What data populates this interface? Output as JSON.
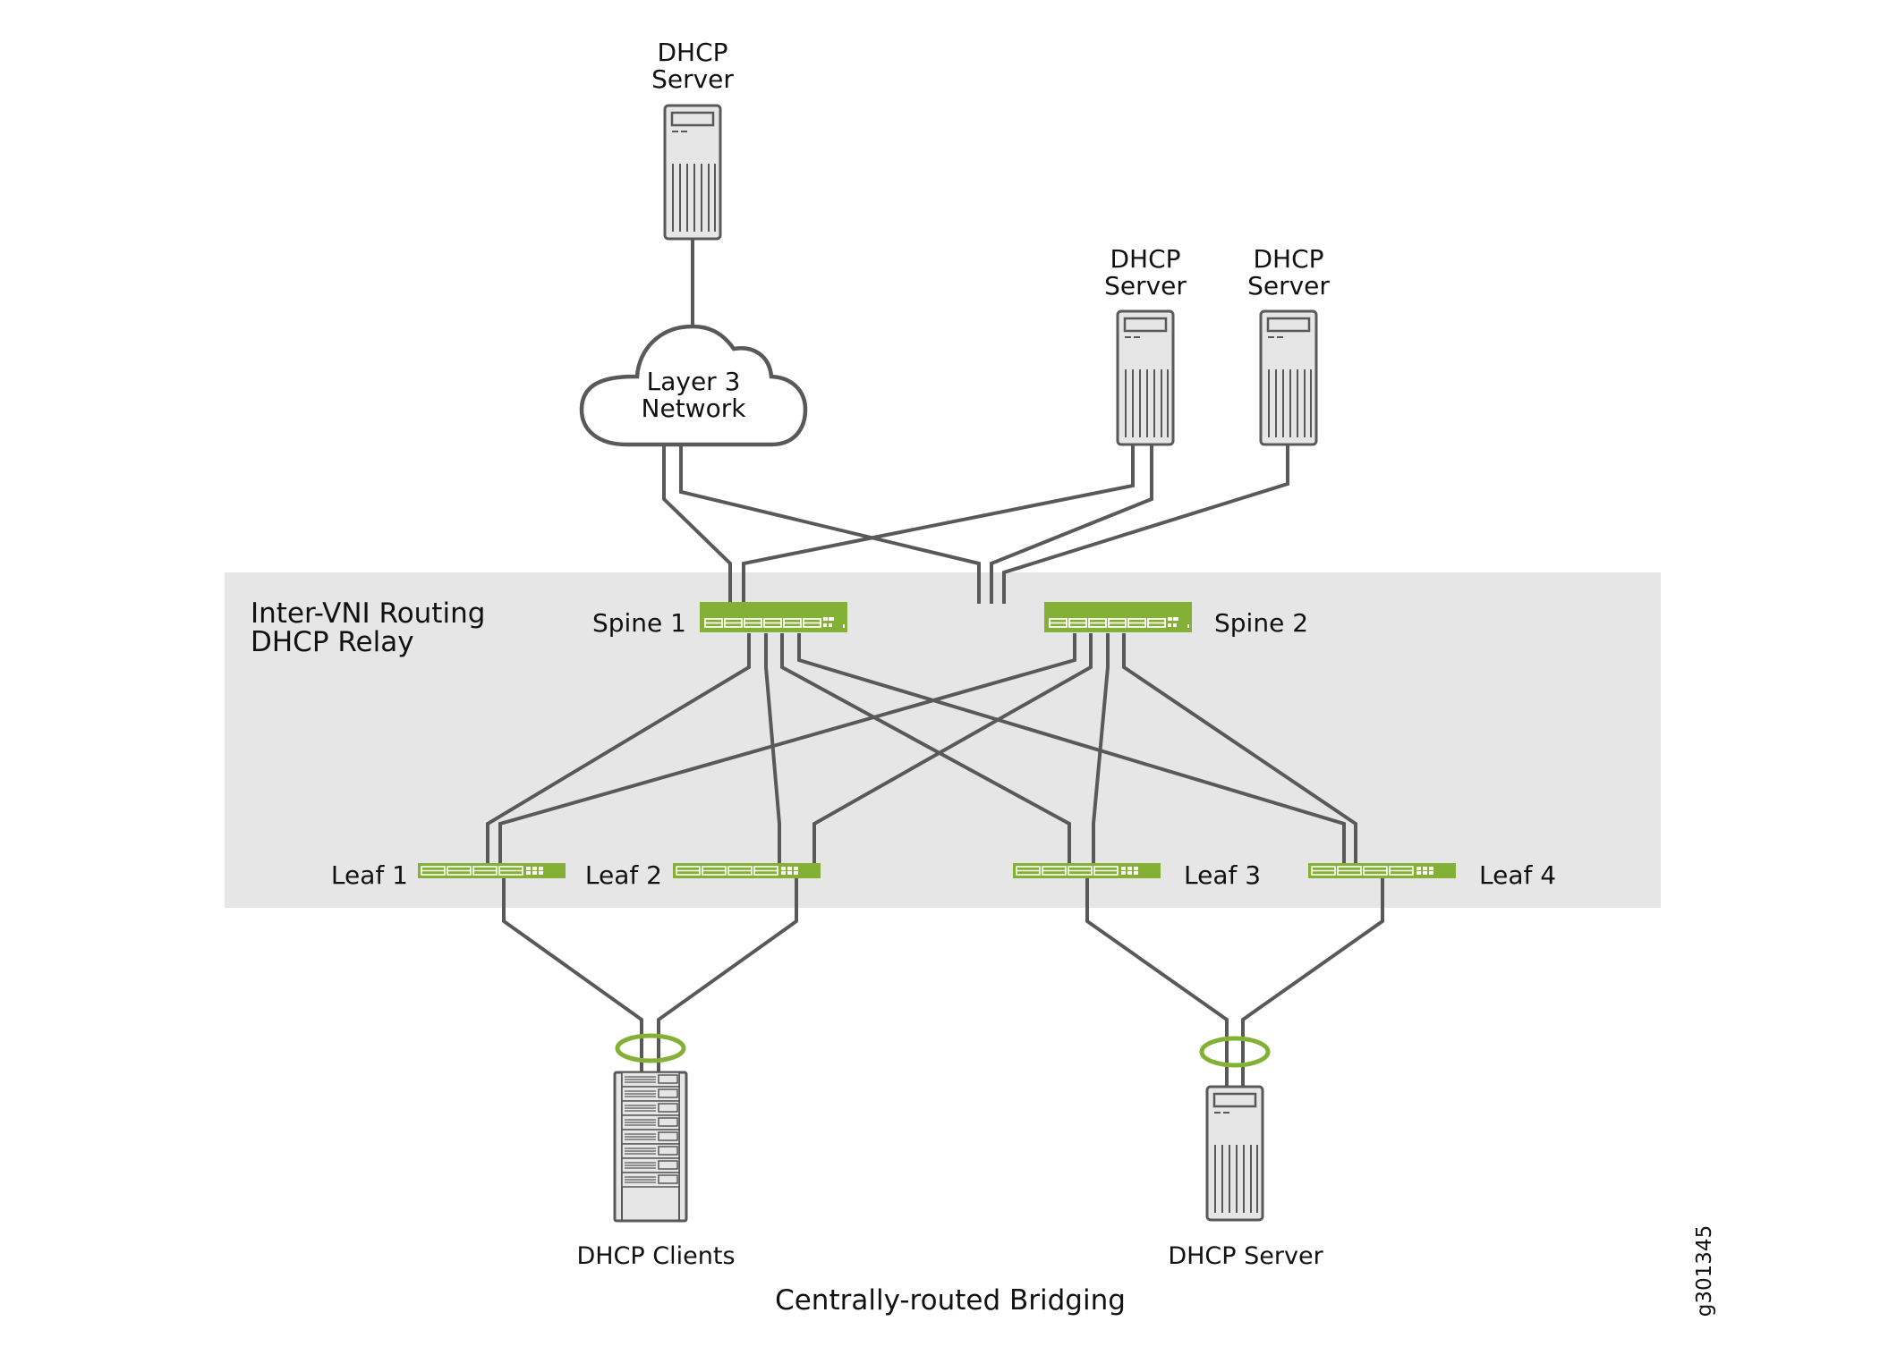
{
  "title": "Centrally-routed Bridging",
  "figure_id": "g301345",
  "colors": {
    "switch_green": "#84b135",
    "fabric_zone": "#e6e6e6",
    "link": "#595959",
    "device_fill": "#e6e6e6",
    "device_stroke": "#595959"
  },
  "zone": {
    "label_line1": "Inter-VNI Routing",
    "label_line2": "DHCP Relay"
  },
  "cloud": {
    "label_line1": "Layer 3",
    "label_line2": "Network",
    "icon": "cloud-icon"
  },
  "servers": {
    "top": {
      "label_line1": "DHCP",
      "label_line2": "Server",
      "icon": "server-tower-icon"
    },
    "right_a": {
      "label_line1": "DHCP",
      "label_line2": "Server",
      "icon": "server-tower-icon"
    },
    "right_b": {
      "label_line1": "DHCP",
      "label_line2": "Server",
      "icon": "server-tower-icon"
    },
    "bottom": {
      "label": "DHCP Server",
      "icon": "server-tower-icon"
    }
  },
  "clients": {
    "label": "DHCP Clients",
    "icon": "server-rack-icon"
  },
  "spines": [
    {
      "label": "Spine 1",
      "icon": "spine-switch-icon"
    },
    {
      "label": "Spine 2",
      "icon": "spine-switch-icon"
    }
  ],
  "leaves": [
    {
      "label": "Leaf 1",
      "icon": "leaf-switch-icon"
    },
    {
      "label": "Leaf 2",
      "icon": "leaf-switch-icon"
    },
    {
      "label": "Leaf 3",
      "icon": "leaf-switch-icon"
    },
    {
      "label": "Leaf 4",
      "icon": "leaf-switch-icon"
    }
  ],
  "connections": [
    {
      "from": "DHCP Server (top)",
      "to": "Layer 3 Network"
    },
    {
      "from": "Layer 3 Network",
      "to": "Spine 1"
    },
    {
      "from": "Layer 3 Network",
      "to": "Spine 2"
    },
    {
      "from": "DHCP Server (right A)",
      "to": "Spine 1"
    },
    {
      "from": "DHCP Server (right A)",
      "to": "Spine 2"
    },
    {
      "from": "DHCP Server (right B)",
      "to": "Spine 2"
    },
    {
      "from": "Spine 1",
      "to": "Leaf 1"
    },
    {
      "from": "Spine 1",
      "to": "Leaf 2"
    },
    {
      "from": "Spine 1",
      "to": "Leaf 3"
    },
    {
      "from": "Spine 1",
      "to": "Leaf 4"
    },
    {
      "from": "Spine 2",
      "to": "Leaf 1"
    },
    {
      "from": "Spine 2",
      "to": "Leaf 2"
    },
    {
      "from": "Spine 2",
      "to": "Leaf 3"
    },
    {
      "from": "Spine 2",
      "to": "Leaf 4"
    },
    {
      "from": "Leaf 1",
      "to": "DHCP Clients",
      "lag": true
    },
    {
      "from": "Leaf 2",
      "to": "DHCP Clients",
      "lag": true
    },
    {
      "from": "Leaf 3",
      "to": "DHCP Server (bottom)",
      "lag": true
    },
    {
      "from": "Leaf 4",
      "to": "DHCP Server (bottom)",
      "lag": true
    }
  ]
}
